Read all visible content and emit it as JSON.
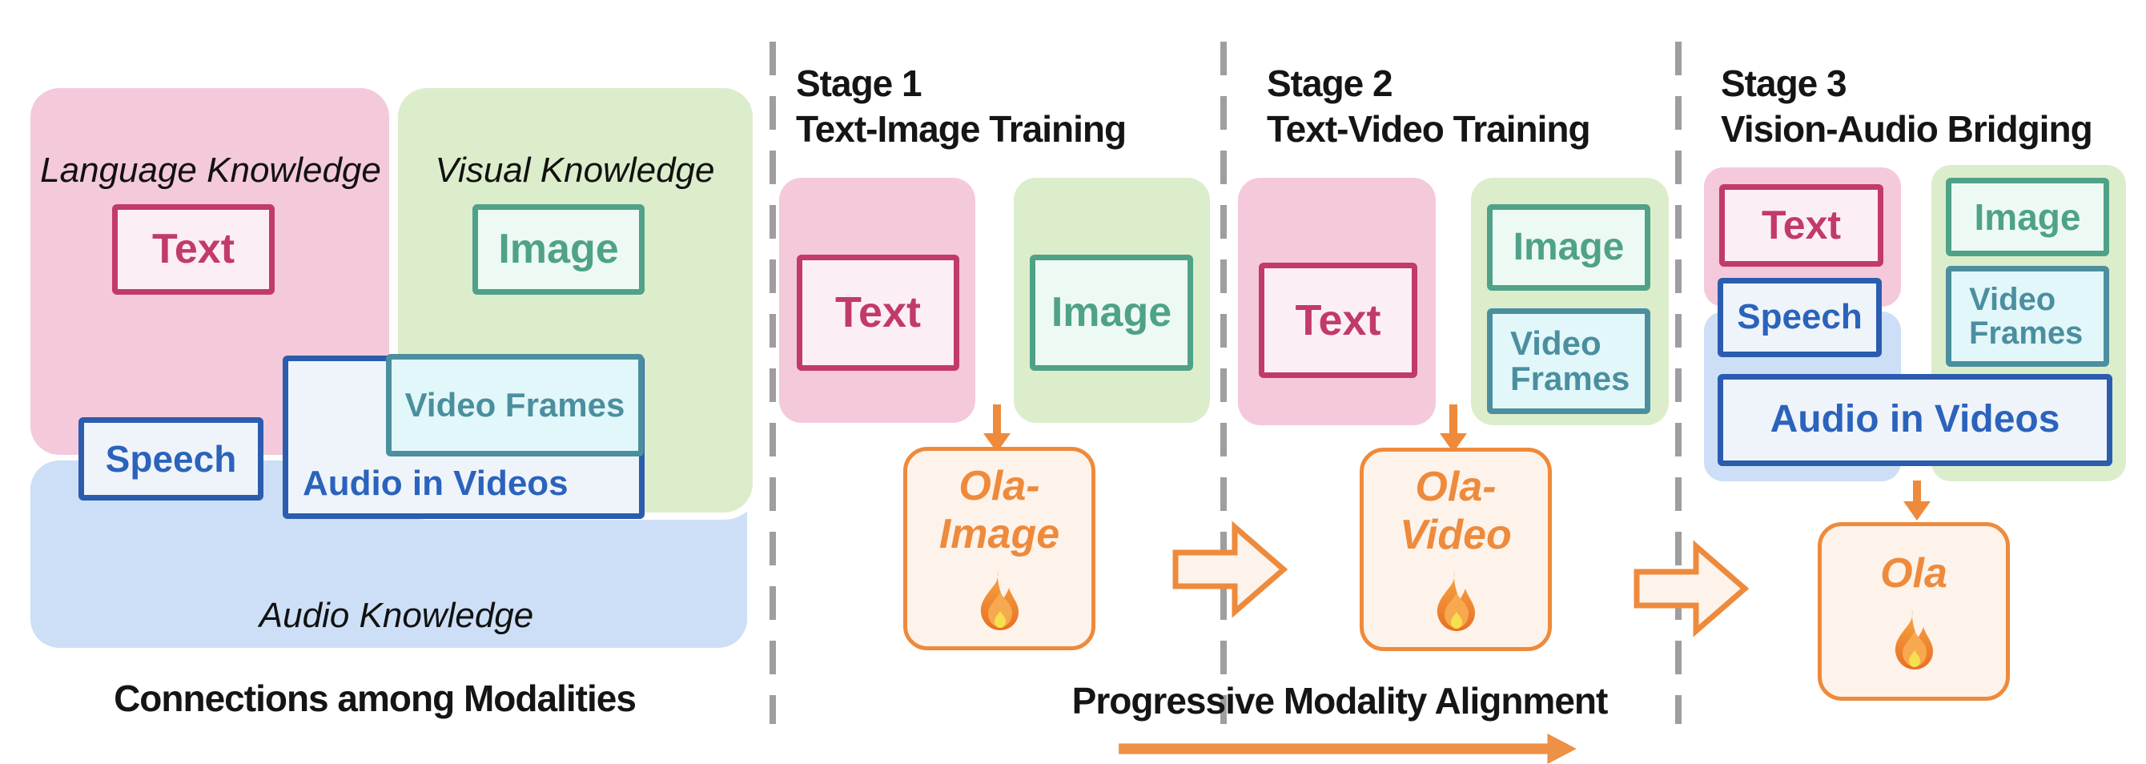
{
  "colors": {
    "pink_container": "#f4c9dc",
    "pink_border": "#c13a6b",
    "pink_box_fill": "#fceef5",
    "green_container": "#dcedcb",
    "green_border": "#4fa288",
    "green_box_fill": "#edfaf4",
    "teal_border": "#4b8f9f",
    "teal_box_fill": "#e2f7fa",
    "blue_container": "#ccdff6",
    "blue_border": "#2b5cae",
    "blue_box_fill": "#eff4fa",
    "blue_text": "#2b63bc",
    "orange_accent": "#ee8a3c",
    "orange_box_fill": "#fdf3ea",
    "separator_gray": "#9e9ea0"
  },
  "connections_panel": {
    "language_knowledge_label": "Language Knowledge",
    "visual_knowledge_label": "Visual Knowledge",
    "audio_knowledge_label": "Audio Knowledge",
    "text_label": "Text",
    "image_label": "Image",
    "video_frames_label": "Video Frames",
    "audio_in_videos_label": "Audio in Videos",
    "speech_label": "Speech",
    "caption": "Connections among Modalities"
  },
  "stage1": {
    "title": "Stage 1",
    "subtitle": "Text-Image Training",
    "text_label": "Text",
    "image_label": "Image",
    "model_line1": "Ola-",
    "model_line2": "Image",
    "model_icon": "fire-icon"
  },
  "stage2": {
    "title": "Stage 2",
    "subtitle": "Text-Video Training",
    "text_label": "Text",
    "image_label": "Image",
    "video_frames_line1": "Video",
    "video_frames_line2": "Frames",
    "model_line1": "Ola-",
    "model_line2": "Video",
    "model_icon": "fire-icon"
  },
  "stage3": {
    "title": "Stage 3",
    "subtitle": "Vision-Audio Bridging",
    "text_label": "Text",
    "speech_label": "Speech",
    "image_label": "Image",
    "video_frames_line1": "Video",
    "video_frames_line2": "Frames",
    "audio_in_videos_label": "Audio in Videos",
    "model_name": "Ola",
    "model_icon": "fire-icon"
  },
  "footer": {
    "caption": "Progressive Modality Alignment"
  }
}
